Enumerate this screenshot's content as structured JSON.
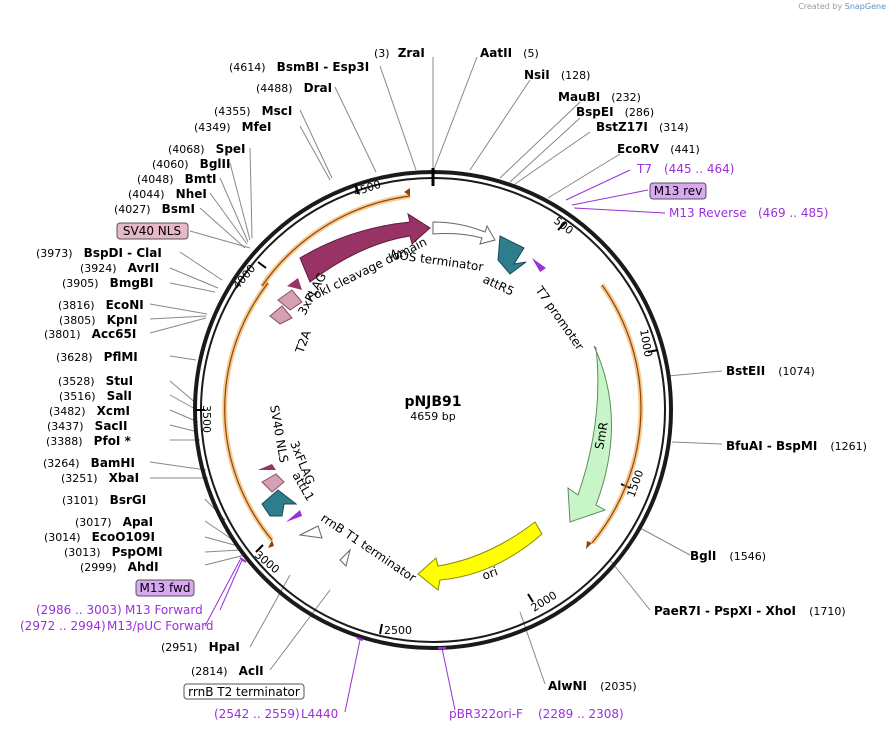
{
  "branding": {
    "prefix": "Created by",
    "name": "SnapGene"
  },
  "plasmid": {
    "name": "pNJB91",
    "length": "4659 bp"
  },
  "ruler_ticks": [
    "500",
    "1000",
    "1500",
    "2000",
    "2500",
    "3000",
    "3500",
    "4000",
    "4500"
  ],
  "features": {
    "nos_terminator": "NOS terminator",
    "fok1": "FokI cleavage domain",
    "attR5": "attR5",
    "t7_promoter": "T7 promoter",
    "flag_top": "3xFLAG",
    "t2a": "T2A",
    "smr": "SmR",
    "ori": "ori",
    "rrnb_t1": "rrnB T1 terminator",
    "sv40_inner": "SV40 NLS",
    "flag_inner": "3xFLAG",
    "attL1": "attL1",
    "sv40_box": "SV40 NLS",
    "rrnb_t2_box": "rrnB T2 terminator",
    "m13rev_box": "M13 rev",
    "m13fwd_box": "M13 fwd"
  },
  "sites": [
    {
      "name": "ZraI",
      "pos": "(3)"
    },
    {
      "name": "AatII",
      "pos": "(5)"
    },
    {
      "name": "NsiI",
      "pos": "(128)"
    },
    {
      "name": "MauBI",
      "pos": "(232)"
    },
    {
      "name": "BspEI",
      "pos": "(286)"
    },
    {
      "name": "BstZ17I",
      "pos": "(314)"
    },
    {
      "name": "EcoRV",
      "pos": "(441)"
    },
    {
      "name": "BstEII",
      "pos": "(1074)"
    },
    {
      "name": "BfuAI  -  BspMI",
      "pos": "(1261)"
    },
    {
      "name": "BglI",
      "pos": "(1546)"
    },
    {
      "name": "PaeR7I  -  PspXI  -  XhoI",
      "pos": "(1710)"
    },
    {
      "name": "AlwNI",
      "pos": "(2035)"
    },
    {
      "name": "HpaI",
      "pos": "(2951)"
    },
    {
      "name": "AclI",
      "pos": "(2814)"
    },
    {
      "name": "AhdI",
      "pos": "(2999)"
    },
    {
      "name": "PspOMI",
      "pos": "(3013)"
    },
    {
      "name": "EcoO109I",
      "pos": "(3014)"
    },
    {
      "name": "ApaI",
      "pos": "(3017)"
    },
    {
      "name": "BsrGI",
      "pos": "(3101)"
    },
    {
      "name": "XbaI",
      "pos": "(3251)"
    },
    {
      "name": "BamHI",
      "pos": "(3264)"
    },
    {
      "name": "PfoI *",
      "pos": "(3388)"
    },
    {
      "name": "SacII",
      "pos": "(3437)"
    },
    {
      "name": "XcmI",
      "pos": "(3482)"
    },
    {
      "name": "SalI",
      "pos": "(3516)"
    },
    {
      "name": "StuI",
      "pos": "(3528)"
    },
    {
      "name": "PflMI",
      "pos": "(3628)"
    },
    {
      "name": "Acc65I",
      "pos": "(3801)"
    },
    {
      "name": "KpnI",
      "pos": "(3805)"
    },
    {
      "name": "EcoNI",
      "pos": "(3816)"
    },
    {
      "name": "BmgBI",
      "pos": "(3905)"
    },
    {
      "name": "AvrII",
      "pos": "(3924)"
    },
    {
      "name": "BspDI  -  ClaI",
      "pos": "(3973)"
    },
    {
      "name": "BsmI",
      "pos": "(4027)"
    },
    {
      "name": "NheI",
      "pos": "(4044)"
    },
    {
      "name": "BmtI",
      "pos": "(4048)"
    },
    {
      "name": "BglII",
      "pos": "(4060)"
    },
    {
      "name": "SpeI",
      "pos": "(4068)"
    },
    {
      "name": "MfeI",
      "pos": "(4349)"
    },
    {
      "name": "MscI",
      "pos": "(4355)"
    },
    {
      "name": "DraI",
      "pos": "(4488)"
    },
    {
      "name": "BsmBI  -  Esp3I",
      "pos": "(4614)"
    }
  ],
  "primers": {
    "t7": {
      "name": "T7",
      "range": "(445 .. 464)"
    },
    "m13_reverse": {
      "name": "M13 Reverse",
      "range": "(469 .. 485)"
    },
    "m13_forward": {
      "name": "M13 Forward",
      "range": "(2986 .. 3003)"
    },
    "m13_puc_forward": {
      "name": "M13/pUC Forward",
      "range": "(2972 .. 2994)"
    },
    "l4440": {
      "name": "L4440",
      "range": "(2542 .. 2559)"
    },
    "pbr322": {
      "name": "pBR322ori-F",
      "range": "(2289 .. 2308)"
    }
  },
  "colors": {
    "backbone": "#1a1a1a",
    "fok1": "#993366",
    "attR5": "#2e7d8c",
    "smr": "#c8f5c8",
    "ori": "#ffff00",
    "t2a": "#d4a0b4",
    "orange_track": "#f0a030",
    "primer": "#9b30d9",
    "box_pink": "#e6b8c8",
    "box_purple": "#d8a8f0"
  }
}
